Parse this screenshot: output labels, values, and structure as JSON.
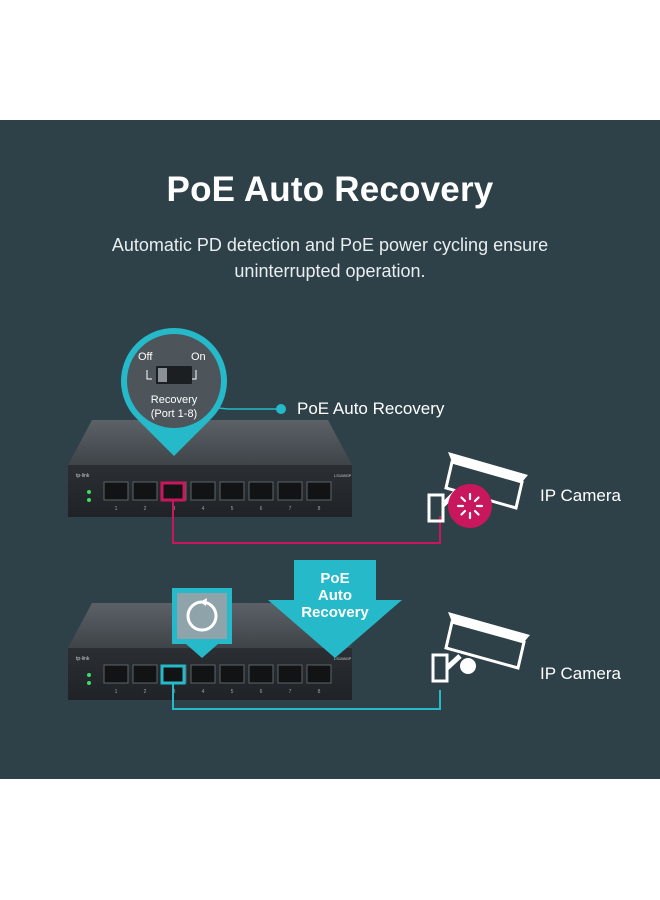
{
  "heading": {
    "title": "PoE Auto Recovery",
    "subtitle": "Automatic PD detection and PoE power cycling ensure uninterrupted operation."
  },
  "top_scene": {
    "callout_label": "PoE Auto Recovery",
    "switch_off": "Off",
    "switch_on": "On",
    "switch_name": "Recovery",
    "switch_ports": "(Port 1-8)",
    "camera_label": "IP Camera",
    "port_numbers": [
      "1",
      "2",
      "3",
      "4",
      "5",
      "6",
      "7",
      "8"
    ]
  },
  "bottom_scene": {
    "arrow_text": [
      "PoE",
      "Auto",
      "Recovery"
    ],
    "camera_label": "IP Camera",
    "port_numbers": [
      "1",
      "2",
      "3",
      "4",
      "5",
      "6",
      "7",
      "8"
    ]
  },
  "device": {
    "brand": "tp-link",
    "model": "LS108GP"
  },
  "colors": {
    "background": "#2e4048",
    "accent_teal": "#25b9c9",
    "fault_magenta": "#c8175d"
  }
}
